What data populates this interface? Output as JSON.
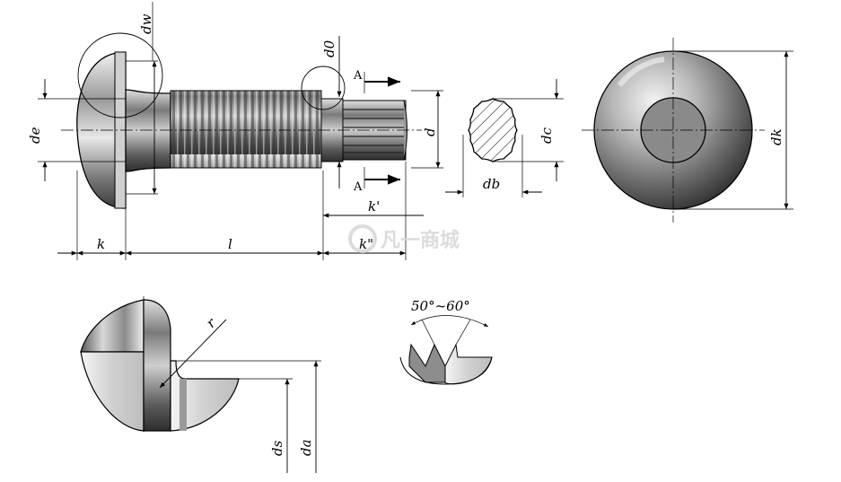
{
  "labels": {
    "dw": "dw",
    "d0": "d0",
    "de": "de",
    "d": "d",
    "dc": "dc",
    "db": "db",
    "dk": "dk",
    "k": "k",
    "l": "l",
    "k_prime": "k'",
    "k_double_prime": "k\"",
    "section_top": "A",
    "section_bottom": "A",
    "r": "r",
    "ds": "ds",
    "da": "da",
    "angle": "50°~60°"
  },
  "watermark": {
    "text": "凡一商城"
  },
  "colors": {
    "line": "#000000",
    "metal_dark": "#4a4a4a",
    "metal_mid": "#8c8c8c",
    "metal_light": "#e6e6e6",
    "watermark": "#d9d9d9"
  }
}
